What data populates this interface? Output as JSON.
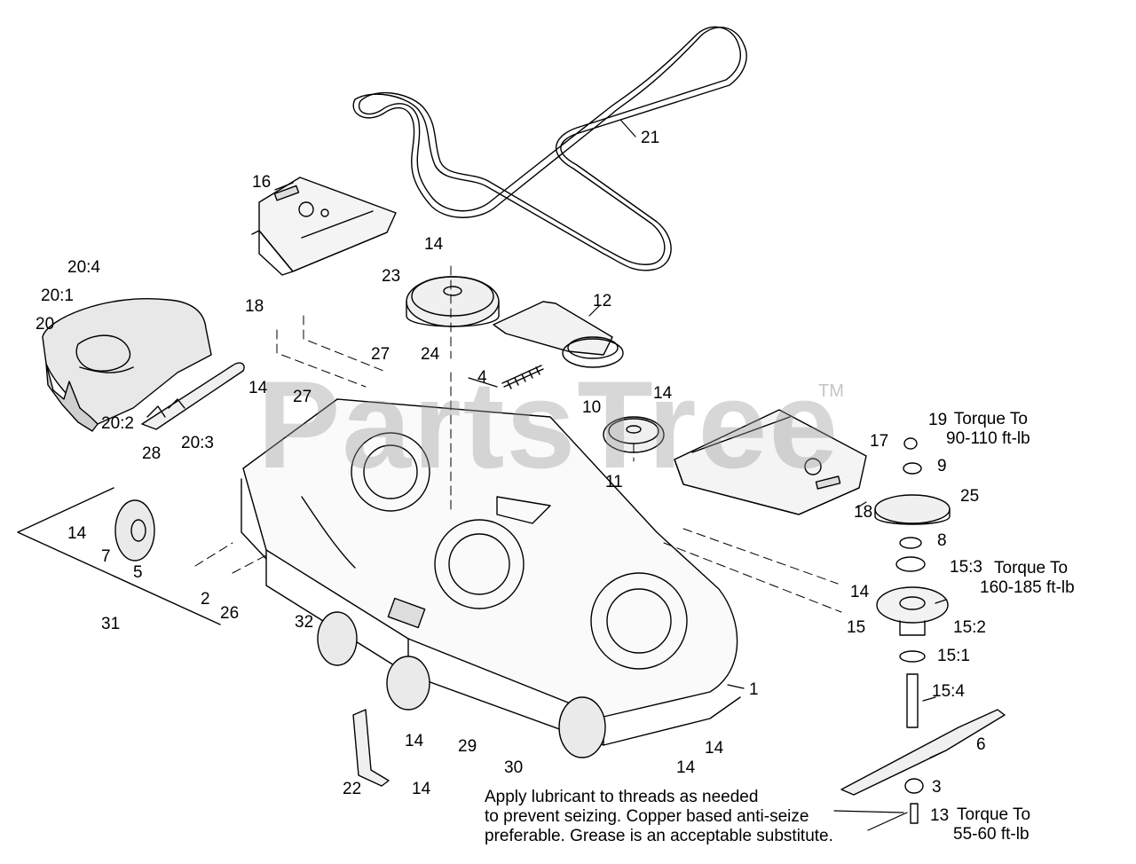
{
  "watermark": {
    "text": "PartsTree",
    "tm": "TM"
  },
  "callouts": [
    {
      "id": "c21",
      "text": "21"
    },
    {
      "id": "c16",
      "text": "16"
    },
    {
      "id": "c14a",
      "text": "14"
    },
    {
      "id": "c23",
      "text": "23"
    },
    {
      "id": "c12",
      "text": "12"
    },
    {
      "id": "c20_4",
      "text": "20:4"
    },
    {
      "id": "c20_1",
      "text": "20:1"
    },
    {
      "id": "c20",
      "text": "20"
    },
    {
      "id": "c18a",
      "text": "18"
    },
    {
      "id": "c24",
      "text": "24"
    },
    {
      "id": "c27a",
      "text": "27"
    },
    {
      "id": "c4",
      "text": "4"
    },
    {
      "id": "c14b",
      "text": "14"
    },
    {
      "id": "c10",
      "text": "10"
    },
    {
      "id": "c14c",
      "text": "14"
    },
    {
      "id": "c27b",
      "text": "27"
    },
    {
      "id": "c20_2",
      "text": "20:2"
    },
    {
      "id": "c20_3",
      "text": "20:3"
    },
    {
      "id": "c28",
      "text": "28"
    },
    {
      "id": "c11",
      "text": "11"
    },
    {
      "id": "c17",
      "text": "17"
    },
    {
      "id": "c19",
      "text": "19"
    },
    {
      "id": "c9",
      "text": "9"
    },
    {
      "id": "c25",
      "text": "25"
    },
    {
      "id": "c8",
      "text": "8"
    },
    {
      "id": "c18b",
      "text": "18"
    },
    {
      "id": "c15_3",
      "text": "15:3"
    },
    {
      "id": "c14d",
      "text": "14"
    },
    {
      "id": "c15",
      "text": "15"
    },
    {
      "id": "c15_2",
      "text": "15:2"
    },
    {
      "id": "c15_1",
      "text": "15:1"
    },
    {
      "id": "c14e",
      "text": "14"
    },
    {
      "id": "c7",
      "text": "7"
    },
    {
      "id": "c5",
      "text": "5"
    },
    {
      "id": "c2",
      "text": "2"
    },
    {
      "id": "c26",
      "text": "26"
    },
    {
      "id": "c31",
      "text": "31"
    },
    {
      "id": "c32",
      "text": "32"
    },
    {
      "id": "c1",
      "text": "1"
    },
    {
      "id": "c15_4",
      "text": "15:4"
    },
    {
      "id": "c6",
      "text": "6"
    },
    {
      "id": "c14f",
      "text": "14"
    },
    {
      "id": "c29",
      "text": "29"
    },
    {
      "id": "c14g",
      "text": "14"
    },
    {
      "id": "c14h",
      "text": "14"
    },
    {
      "id": "c30",
      "text": "30"
    },
    {
      "id": "c22",
      "text": "22"
    },
    {
      "id": "c14i",
      "text": "14"
    },
    {
      "id": "c3",
      "text": "3"
    },
    {
      "id": "c13",
      "text": "13"
    }
  ],
  "torque_notes": {
    "t19": [
      "Torque To",
      "90-110 ft-lb"
    ],
    "t15_3": [
      "Torque To",
      "160-185 ft-lb"
    ],
    "t13": [
      "Torque To",
      "55-60 ft-lb"
    ]
  },
  "lubricant_note": [
    "Apply lubricant to threads as needed",
    "to prevent seizing. Copper based anti-seize",
    "preferable. Grease is an acceptable substitute."
  ]
}
